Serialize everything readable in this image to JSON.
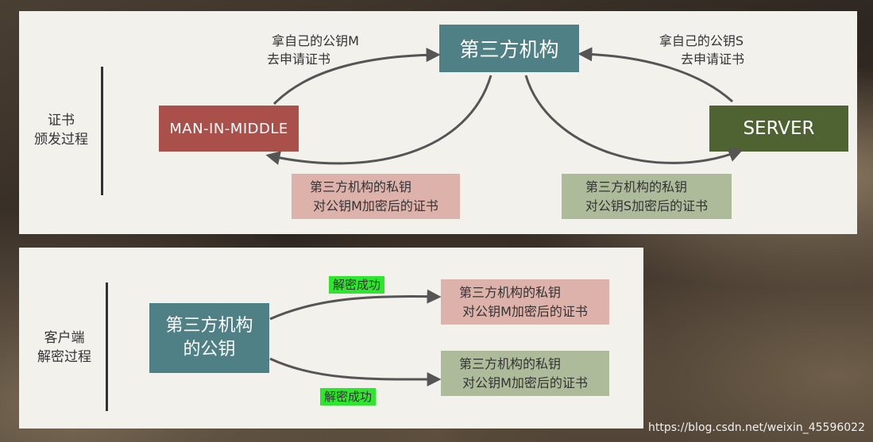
{
  "top": {
    "side_label": [
      "证书",
      "颁发过程"
    ],
    "authority": "第三方机构",
    "mitm": "MAN-IN-MIDDLE",
    "server": "SERVER",
    "note_left": [
      "拿自己的公钥M",
      "去申请证书"
    ],
    "note_right": [
      "拿自己的公钥S",
      "去申请证书"
    ],
    "cert_left": [
      "第三方机构的私钥",
      "对公钥M加密后的证书"
    ],
    "cert_right": [
      "第三方机构的私钥",
      "对公钥S加密后的证书"
    ]
  },
  "bottom": {
    "side_label": [
      "客户端",
      "解密过程"
    ],
    "pubkey_box": [
      "第三方机构",
      "的公钥"
    ],
    "badge_top": "解密成功",
    "badge_bottom": "解密成功",
    "cert_top": [
      "第三方机构的私钥",
      "对公钥M加密后的证书"
    ],
    "cert_bottom": [
      "第三方机构的私钥",
      "对公钥M加密后的证书"
    ]
  },
  "colors": {
    "teal": "#4f8086",
    "red": "#a9504b",
    "green": "#4f6332",
    "pink": "#ddb2ab",
    "sage": "#aebb9a",
    "badge": "#2ee62e"
  },
  "watermark": "https://blog.csdn.net/weixin_45596022"
}
